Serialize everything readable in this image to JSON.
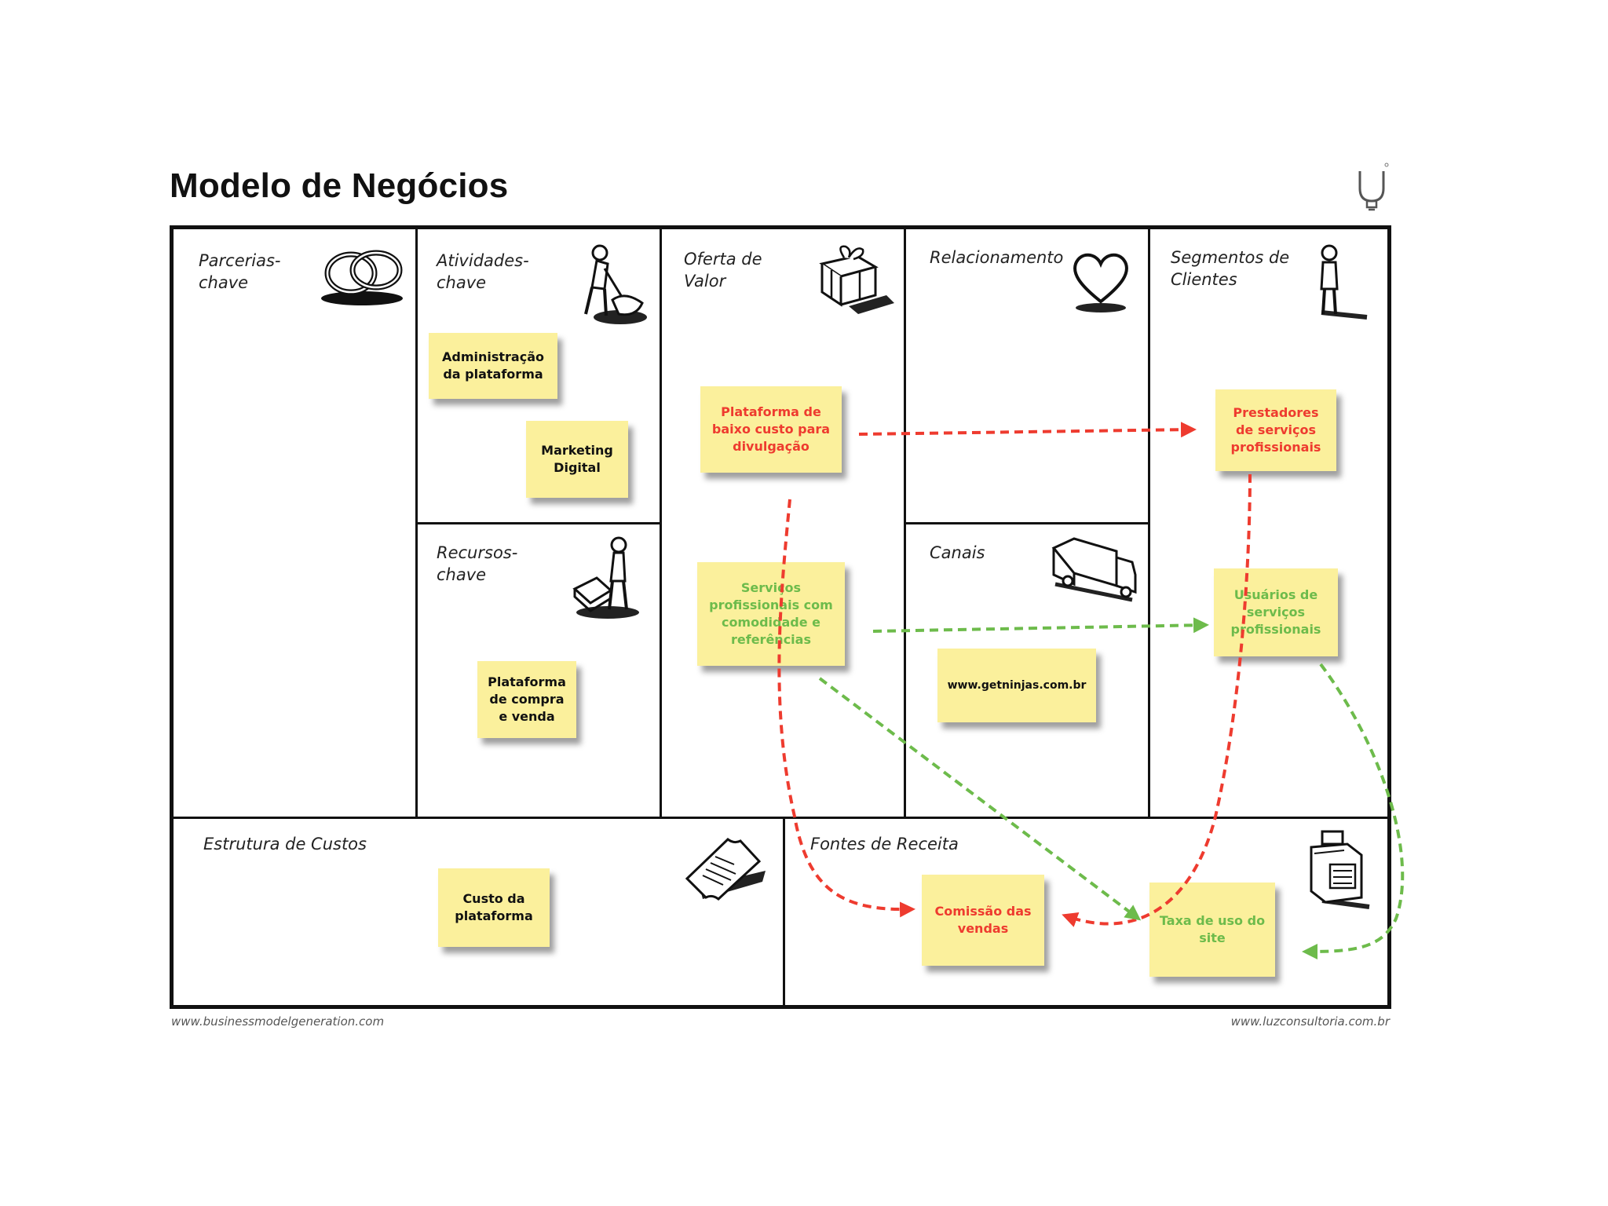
{
  "title": "Modelo de Negócios",
  "colors": {
    "note": "#fbf09c",
    "red": "#ee3b2f",
    "green": "#6dbb4b"
  },
  "blocks": {
    "key_partners": "Parcerias-\nchave",
    "key_activities": "Atividades-\nchave",
    "value_proposition": "Oferta de\nValor",
    "relationship": "Relacionamento",
    "customer_segments": "Segmentos de\nClientes",
    "key_resources": "Recursos-\nchave",
    "channels": "Canais",
    "cost_structure": "Estrutura de Custos",
    "revenue_streams": "Fontes de Receita"
  },
  "icons": {
    "key_partners": "chain-links-icon",
    "key_activities": "worker-icon",
    "value_proposition": "gift-box-icon",
    "relationship": "heart-icon",
    "customer_segments": "person-icon",
    "key_resources": "person-with-machine-icon",
    "channels": "truck-icon",
    "cost_structure": "receipt-icon",
    "revenue_streams": "cash-register-icon",
    "logo": "lightbulb-logo-icon"
  },
  "notes": {
    "admin": "Administração\nda plataforma",
    "marketing": "Marketing\nDigital",
    "platform_trade": "Plataforma\nde compra\ne venda",
    "low_cost": "Plataforma de\nbaixo custo para\ndivulgação",
    "services": "Serviços\nprofissionais  com\ncomodidade e\nreferências",
    "website": "www.getninjas.com.br",
    "providers": "Prestadores\nde serviços\nprofissionais",
    "users": "Usuários de\nserviços\nprofissionais",
    "cost": "Custo da\nplataforma",
    "commission": "Comissão das\nvendas",
    "fee": "Taxa de uso do\nsite"
  },
  "footer": {
    "left": "www.businessmodelgeneration.com",
    "right": "www.luzconsultoria.com.br"
  }
}
